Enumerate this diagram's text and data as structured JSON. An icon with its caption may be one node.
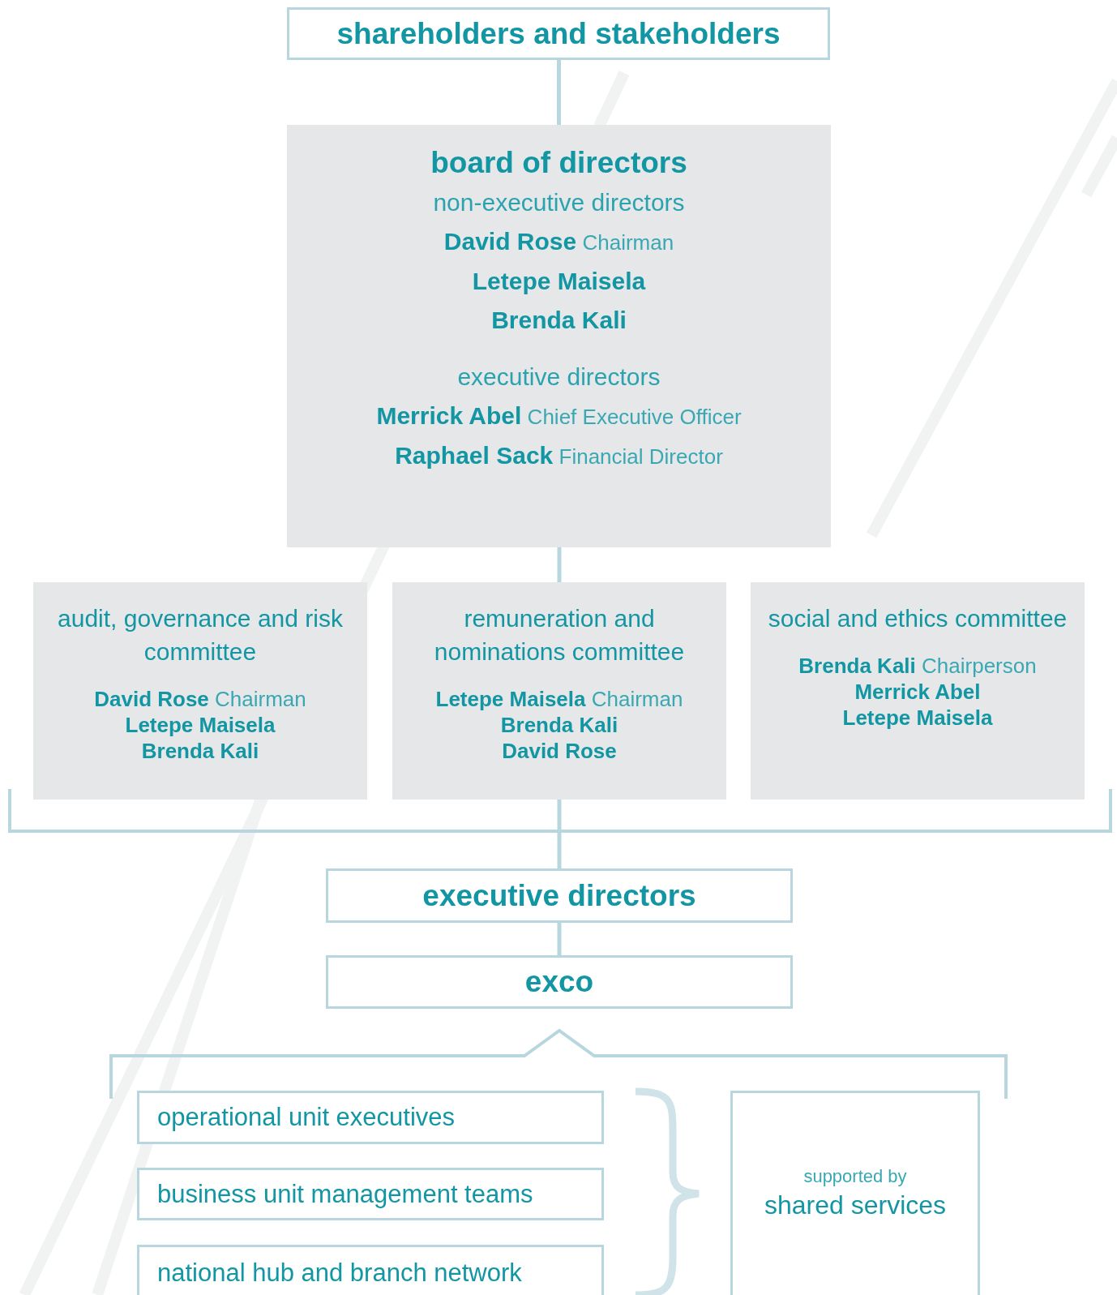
{
  "diagram": {
    "nodes": [
      {
        "text": [
          "shareholders and stakeholders"
        ]
      },
      {
        "text": [
          "board of directors",
          "non-executive directors",
          "**David Rose** Chairman",
          "Letepe Maisela",
          "Brenda Kali",
          "executive directors",
          "**Merrick Abel** Chief Executive Officer",
          "**Raphael Sack** Financial Director"
        ]
      },
      {
        "text": [
          "audit, governance and risk committee",
          "**David Rose** Chairman",
          "Letepe Maisela",
          "Brenda Kali"
        ]
      },
      {
        "text": [
          "remuneration and nominations committee",
          "**Letepe Maisela** Chairman",
          "Brenda Kali",
          "David Rose"
        ]
      },
      {
        "text": [
          "social and ethics committee",
          "**Brenda Kali** Chairperson",
          "Merrick Abel",
          "Letepe Maisela"
        ]
      },
      {
        "text": [
          "executive directors"
        ]
      },
      {
        "text": [
          "exco"
        ]
      },
      {
        "text": [
          "operational unit executives"
        ]
      },
      {
        "text": [
          "business unit management teams"
        ]
      },
      {
        "text": [
          "national hub and branch network"
        ]
      },
      {
        "text": [
          "supported by",
          "shared services"
        ]
      }
    ],
    "edges": [
      {
        "from": 0,
        "to": 1,
        "arrow": "none"
      },
      {
        "from": 1,
        "to": 3,
        "arrow": "none"
      },
      {
        "from": 3,
        "to": 5,
        "arrow": "none"
      },
      {
        "from": 5,
        "to": 6,
        "arrow": "none"
      }
    ]
  }
}
